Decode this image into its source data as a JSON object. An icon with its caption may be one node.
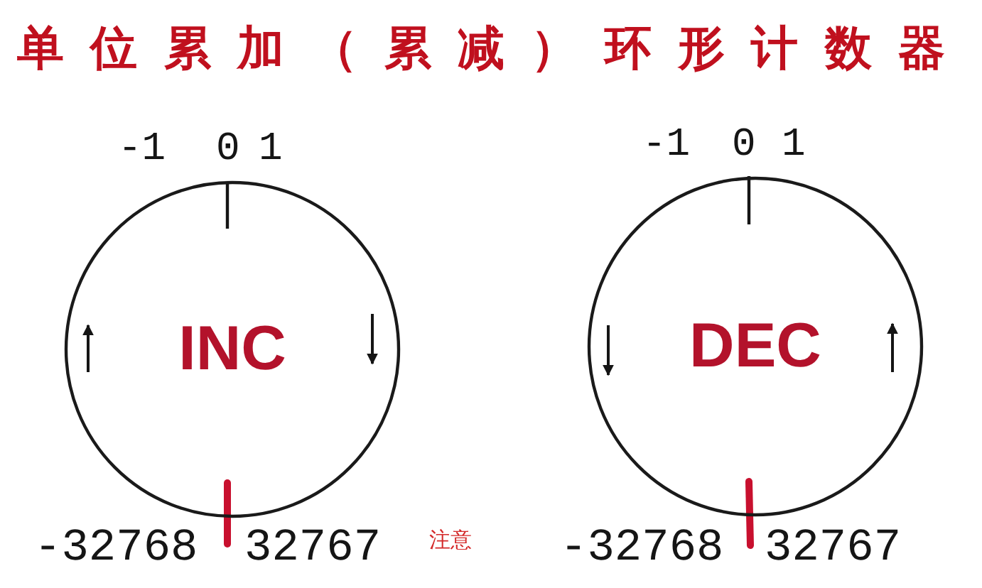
{
  "diagram": {
    "title": "单位累加（累减）环形计数器",
    "nodes": [
      {
        "text": [
          "INC"
        ],
        "beside": [
          "-1",
          "0",
          "1",
          "-32768",
          "32767"
        ]
      },
      {
        "text": [
          "DEC"
        ],
        "beside": [
          "-1",
          "0",
          "1",
          "-32768",
          "32767"
        ]
      }
    ],
    "labels": [
      "注意"
    ]
  }
}
